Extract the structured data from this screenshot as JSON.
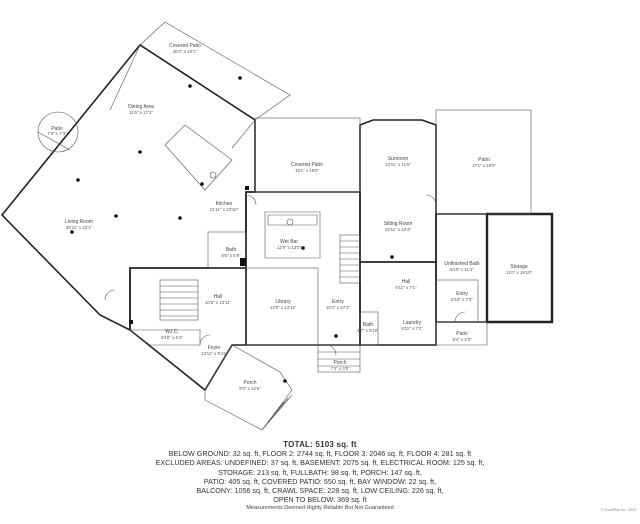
{
  "rooms": [
    {
      "key": "covered_patio_top",
      "name": "Covered Patio",
      "dims": "30'4\" x 10'1\""
    },
    {
      "key": "dining",
      "name": "Dining Area",
      "dims": "11'6\" x 17'1\""
    },
    {
      "key": "patio_left",
      "name": "Patio",
      "dims": "7'4\" x 7'3\""
    },
    {
      "key": "covered_patio_mid",
      "name": "Covered Patio",
      "dims": "19'1\" x 15'0\""
    },
    {
      "key": "sunroom",
      "name": "Sunroom",
      "dims": "12'11\" x 11'6\""
    },
    {
      "key": "patio_right",
      "name": "Patio",
      "dims": "17'1\" x 19'0\""
    },
    {
      "key": "living",
      "name": "Living Room",
      "dims": "35'11\" x 22'1\""
    },
    {
      "key": "kitchen",
      "name": "Kitchen",
      "dims": "21'11\" x 22'10\""
    },
    {
      "key": "wetbar",
      "name": "Wet Bar",
      "dims": "12'9\" x 13'0\""
    },
    {
      "key": "sitting",
      "name": "Sitting Room",
      "dims": "12'11\" x 12'3\""
    },
    {
      "key": "bath_small",
      "name": "Bath",
      "dims": "6'6\" x 5'9\""
    },
    {
      "key": "unfinished_bath",
      "name": "Unfinished Bath",
      "dims": "8'10\" x 11'1\""
    },
    {
      "key": "storage",
      "name": "Storage",
      "dims": "11'0\" x 18'10\""
    },
    {
      "key": "hall_right",
      "name": "Hall",
      "dims": "9'11\" x 7'1\""
    },
    {
      "key": "entry_right",
      "name": "Entry",
      "dims": "8'10\" x 7'3\""
    },
    {
      "key": "hall_left",
      "name": "Hall",
      "dims": "10'5\" x 13'11\""
    },
    {
      "key": "library",
      "name": "Library",
      "dims": "12'9\" x 13'11\""
    },
    {
      "key": "entry_center",
      "name": "Entry",
      "dims": "10'4\" x 27'3\""
    },
    {
      "key": "bath_center",
      "name": "Bath",
      "dims": "4'7\" x 5'10\""
    },
    {
      "key": "laundry",
      "name": "Laundry",
      "dims": "9'11\" x 7'2\""
    },
    {
      "key": "patio_small",
      "name": "Patio",
      "dims": "9'4\" x 4'3\""
    },
    {
      "key": "wic",
      "name": "W.I.C.",
      "dims": "9'10\" x 6'4\""
    },
    {
      "key": "foyer",
      "name": "Foyer",
      "dims": "13'11\" x 8'11\""
    },
    {
      "key": "porch_center",
      "name": "Porch",
      "dims": "7'4\" x 3'5\""
    },
    {
      "key": "porch_left",
      "name": "Porch",
      "dims": "9'0\" x 12'6\""
    }
  ],
  "totals": {
    "title": "TOTAL: 5103 sq. ft",
    "lines": [
      "BELOW GROUND: 32 sq. ft, FLOOR 2: 2744 sq. ft, FLOOR 3: 2046 sq. ft, FLOOR 4: 281 sq. ft",
      "EXCLUDED AREAS: UNDEFINED: 37 sq. ft, BASEMENT: 2075 sq. ft, ELECTRICAL ROOM: 125 sq. ft,",
      "STORAGE: 213 sq. ft, FULLBATH: 98 sq. ft, PORCH: 147 sq. ft,",
      "PATIO: 405 sq. ft, COVERED PATIO: 550 sq. ft, BAY WINDOW: 22 sq. ft,",
      "BALCONY: 1056 sq. ft, CRAWL SPACE: 228 sq. ft, LOW CEILING: 226 sq. ft,",
      "OPEN TO BELOW: 369 sq. ft"
    ]
  },
  "disclaimer": "Measurements Deemed Highly Reliable But Not Guaranteed",
  "copyright": "© GoodPlan Inc. 2024"
}
